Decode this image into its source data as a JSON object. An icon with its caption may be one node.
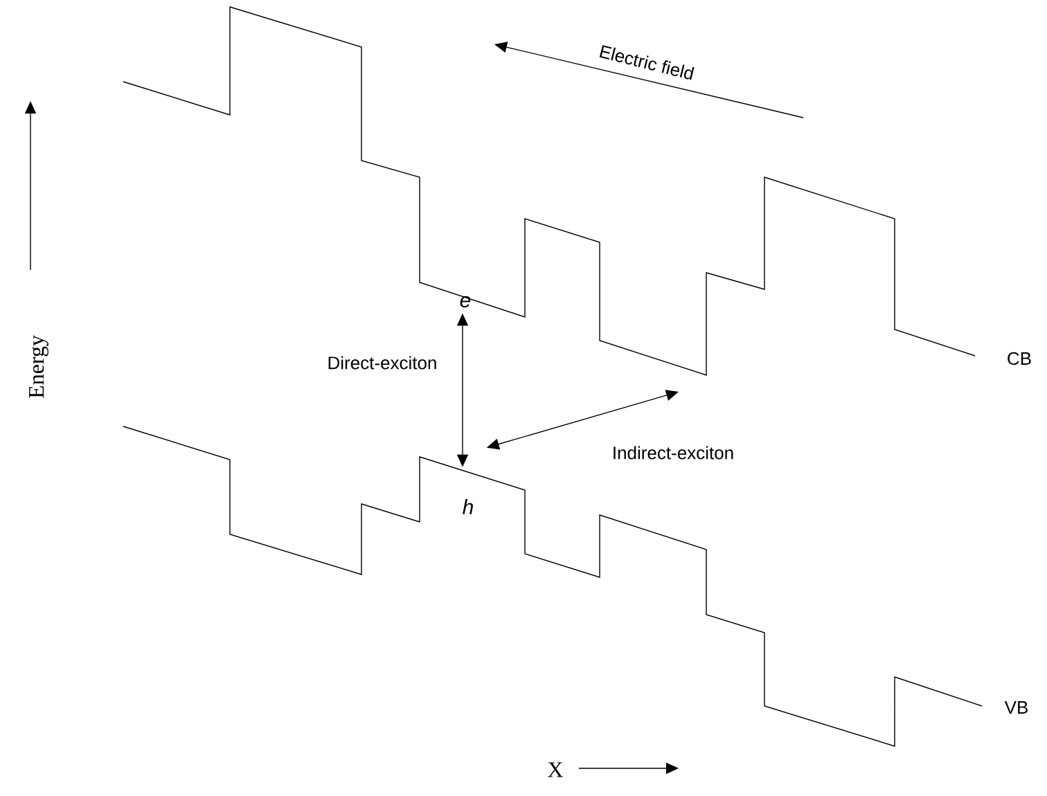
{
  "diagram": {
    "nodes": [
      {
        "text": [
          "e"
        ]
      },
      {
        "text": [
          "h"
        ]
      }
    ],
    "edges": [
      {
        "from": 0,
        "to": 1,
        "arrow": "both",
        "label": "Direct-exciton"
      },
      {
        "from": 1,
        "to": null,
        "arrow": "both",
        "label": "Indirect-exciton"
      }
    ],
    "labels": [
      "Electric field",
      "Energy",
      "CB",
      "VB",
      "X"
    ]
  }
}
